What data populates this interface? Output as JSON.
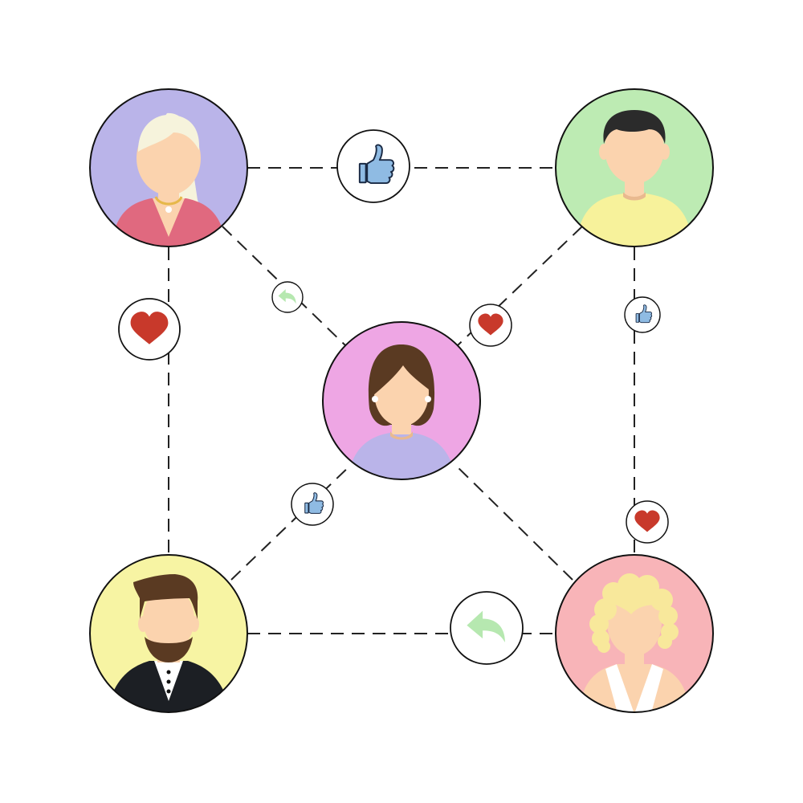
{
  "colors": {
    "background": "#ffffff",
    "connector": "#222222",
    "outline": "#111111",
    "skin": "#fbd3ae",
    "like": "#8fbbe3",
    "heart": "#c8392b",
    "reply": "#b6e8b0"
  },
  "people": [
    {
      "id": "elder-woman",
      "background": "#bab4e9",
      "hair": "#f6f3dc",
      "shirt": "#e0697f",
      "accessory": "necklace"
    },
    {
      "id": "young-man",
      "background": "#bdebb3",
      "hair": "#2b2b2b",
      "shirt": "#f7f29b",
      "accessory": "none"
    },
    {
      "id": "center-woman",
      "background": "#eea6e4",
      "hair": "#5a3a22",
      "shirt": "#bab4e9",
      "accessory": "earrings"
    },
    {
      "id": "bearded-man",
      "background": "#f7f4a3",
      "hair": "#5a3a22",
      "shirt": "#1c1f24",
      "accessory": "beard"
    },
    {
      "id": "blonde-woman",
      "background": "#f8b4b8",
      "hair": "#f8e89b",
      "shirt": "#fbd3ae",
      "accessory": "vest"
    }
  ],
  "reactions": [
    {
      "id": "top-like",
      "icon": "thumbs-up-icon"
    },
    {
      "id": "left-heart",
      "icon": "heart-icon"
    },
    {
      "id": "diag-reply",
      "icon": "reply-arrow-icon"
    },
    {
      "id": "diag-heart",
      "icon": "heart-icon"
    },
    {
      "id": "right-like",
      "icon": "thumbs-up-icon"
    },
    {
      "id": "lower-like",
      "icon": "thumbs-up-icon"
    },
    {
      "id": "right-heart",
      "icon": "heart-icon"
    },
    {
      "id": "bottom-reply",
      "icon": "reply-arrow-icon"
    }
  ]
}
